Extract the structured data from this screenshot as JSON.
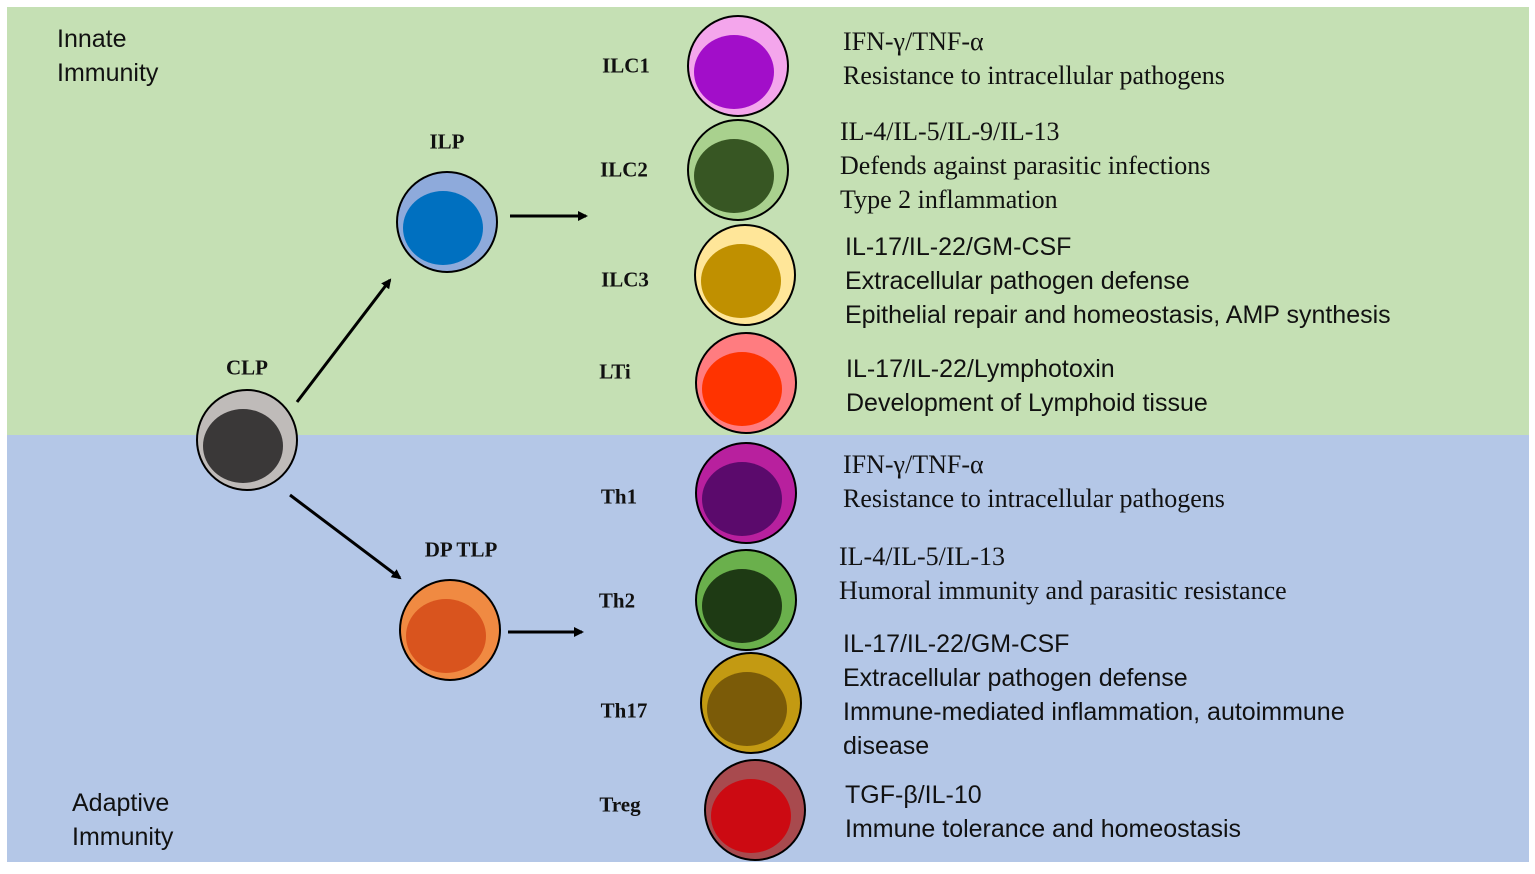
{
  "sections": {
    "innate": {
      "label": "Innate\nImmunity",
      "color": "#c5e0b4"
    },
    "adaptive": {
      "label": "Adaptive\nImmunity",
      "color": "#b4c7e7"
    }
  },
  "progenitors": {
    "clp": {
      "label": "CLP",
      "outer": "#bfbbb9",
      "inner": "#3a3838"
    },
    "ilp": {
      "label": "ILP",
      "outer": "#8eaadb",
      "inner": "#0070c0"
    },
    "dptlp": {
      "label": "DP TLP",
      "outer": "#f08a42",
      "inner": "#d9541e"
    }
  },
  "innate_cells": [
    {
      "label": "ILC1",
      "outer": "#f4a6ec",
      "inner": "#a20ec9",
      "lines": [
        "IFN-γ/TNF-α",
        "Resistance to intracellular pathogens"
      ]
    },
    {
      "label": "ILC2",
      "outer": "#a9d18e",
      "inner": "#375623",
      "lines": [
        "IL-4/IL-5/IL-9/IL-13",
        "Defends against parasitic infections",
        "Type 2 inflammation"
      ]
    },
    {
      "label": "ILC3",
      "outer": "#ffe699",
      "inner": "#c09000",
      "lines": [
        "IL-17/IL-22/GM-CSF",
        "Extracellular pathogen defense",
        "Epithelial repair and homeostasis, AMP synthesis"
      ]
    },
    {
      "label": "LTi",
      "outer": "#ff7c80",
      "inner": "#ff3300",
      "lines": [
        "IL-17/IL-22/Lymphotoxin",
        "Development of Lymphoid tissue"
      ]
    }
  ],
  "adaptive_cells": [
    {
      "label": "Th1",
      "outer": "#b8209e",
      "inner": "#5b0a6c",
      "lines": [
        "IFN-γ/TNF-α",
        "Resistance to intracellular pathogens"
      ]
    },
    {
      "label": "Th2",
      "outer": "#6ab04c",
      "inner": "#1e3a14",
      "lines": [
        "IL-4/IL-5/IL-13",
        "Humoral immunity and parasitic resistance"
      ]
    },
    {
      "label": "Th17",
      "outer": "#c39a12",
      "inner": "#7b5b08",
      "lines": [
        "IL-17/IL-22/GM-CSF",
        "Extracellular pathogen defense",
        "Immune-mediated inflammation, autoimmune",
        "disease"
      ]
    },
    {
      "label": "Treg",
      "outer": "#a84a4e",
      "inner": "#cc0a12",
      "lines": [
        "TGF-β/IL-10",
        "Immune tolerance and homeostasis"
      ]
    }
  ]
}
